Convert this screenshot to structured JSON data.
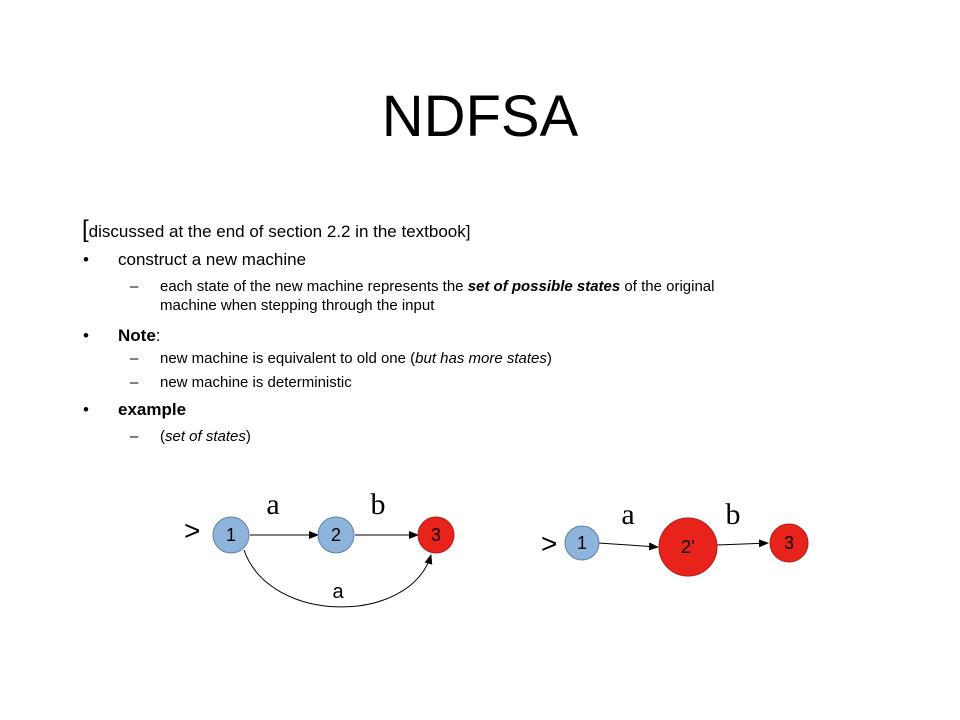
{
  "slide": {
    "title": "NDFSA",
    "intro": {
      "bracket_open": "[",
      "text": "discussed at the end of section 2.2 in the textbook]"
    },
    "bullets": [
      {
        "marker": "•",
        "text": "construct a new machine",
        "subitems": [
          {
            "marker": "–",
            "line1_prefix": "each state of the new machine represents the ",
            "line1_emph": "set of possible states",
            "line1_suffix": " of the original",
            "line2": "machine when stepping through the input"
          }
        ]
      },
      {
        "marker": "•",
        "text_bold": "Note",
        "text_suffix": ":",
        "subitems": [
          {
            "marker": "–",
            "prefix": "new machine is equivalent to old one (",
            "emph": "but has more states",
            "suffix": ")"
          },
          {
            "marker": "–",
            "text": "new machine is deterministic"
          }
        ]
      },
      {
        "marker": "•",
        "text_bold": "example",
        "subitems": [
          {
            "marker": "–",
            "prefix": "(",
            "emph": "set of states",
            "suffix": ")"
          }
        ]
      }
    ]
  },
  "diagram_left": {
    "start_marker": ">",
    "nodes": [
      "1",
      "2",
      "3"
    ],
    "edge_labels": {
      "top_1": "a",
      "top_2": "b",
      "curve": "a"
    }
  },
  "diagram_right": {
    "start_marker": ">",
    "nodes": [
      "1",
      "2’",
      "3"
    ],
    "edge_labels": {
      "top_1": "a",
      "top_2": "b"
    }
  },
  "colors": {
    "normal_node": "#8fb4db",
    "final_node": "#e8231b",
    "edge": "#000000"
  }
}
